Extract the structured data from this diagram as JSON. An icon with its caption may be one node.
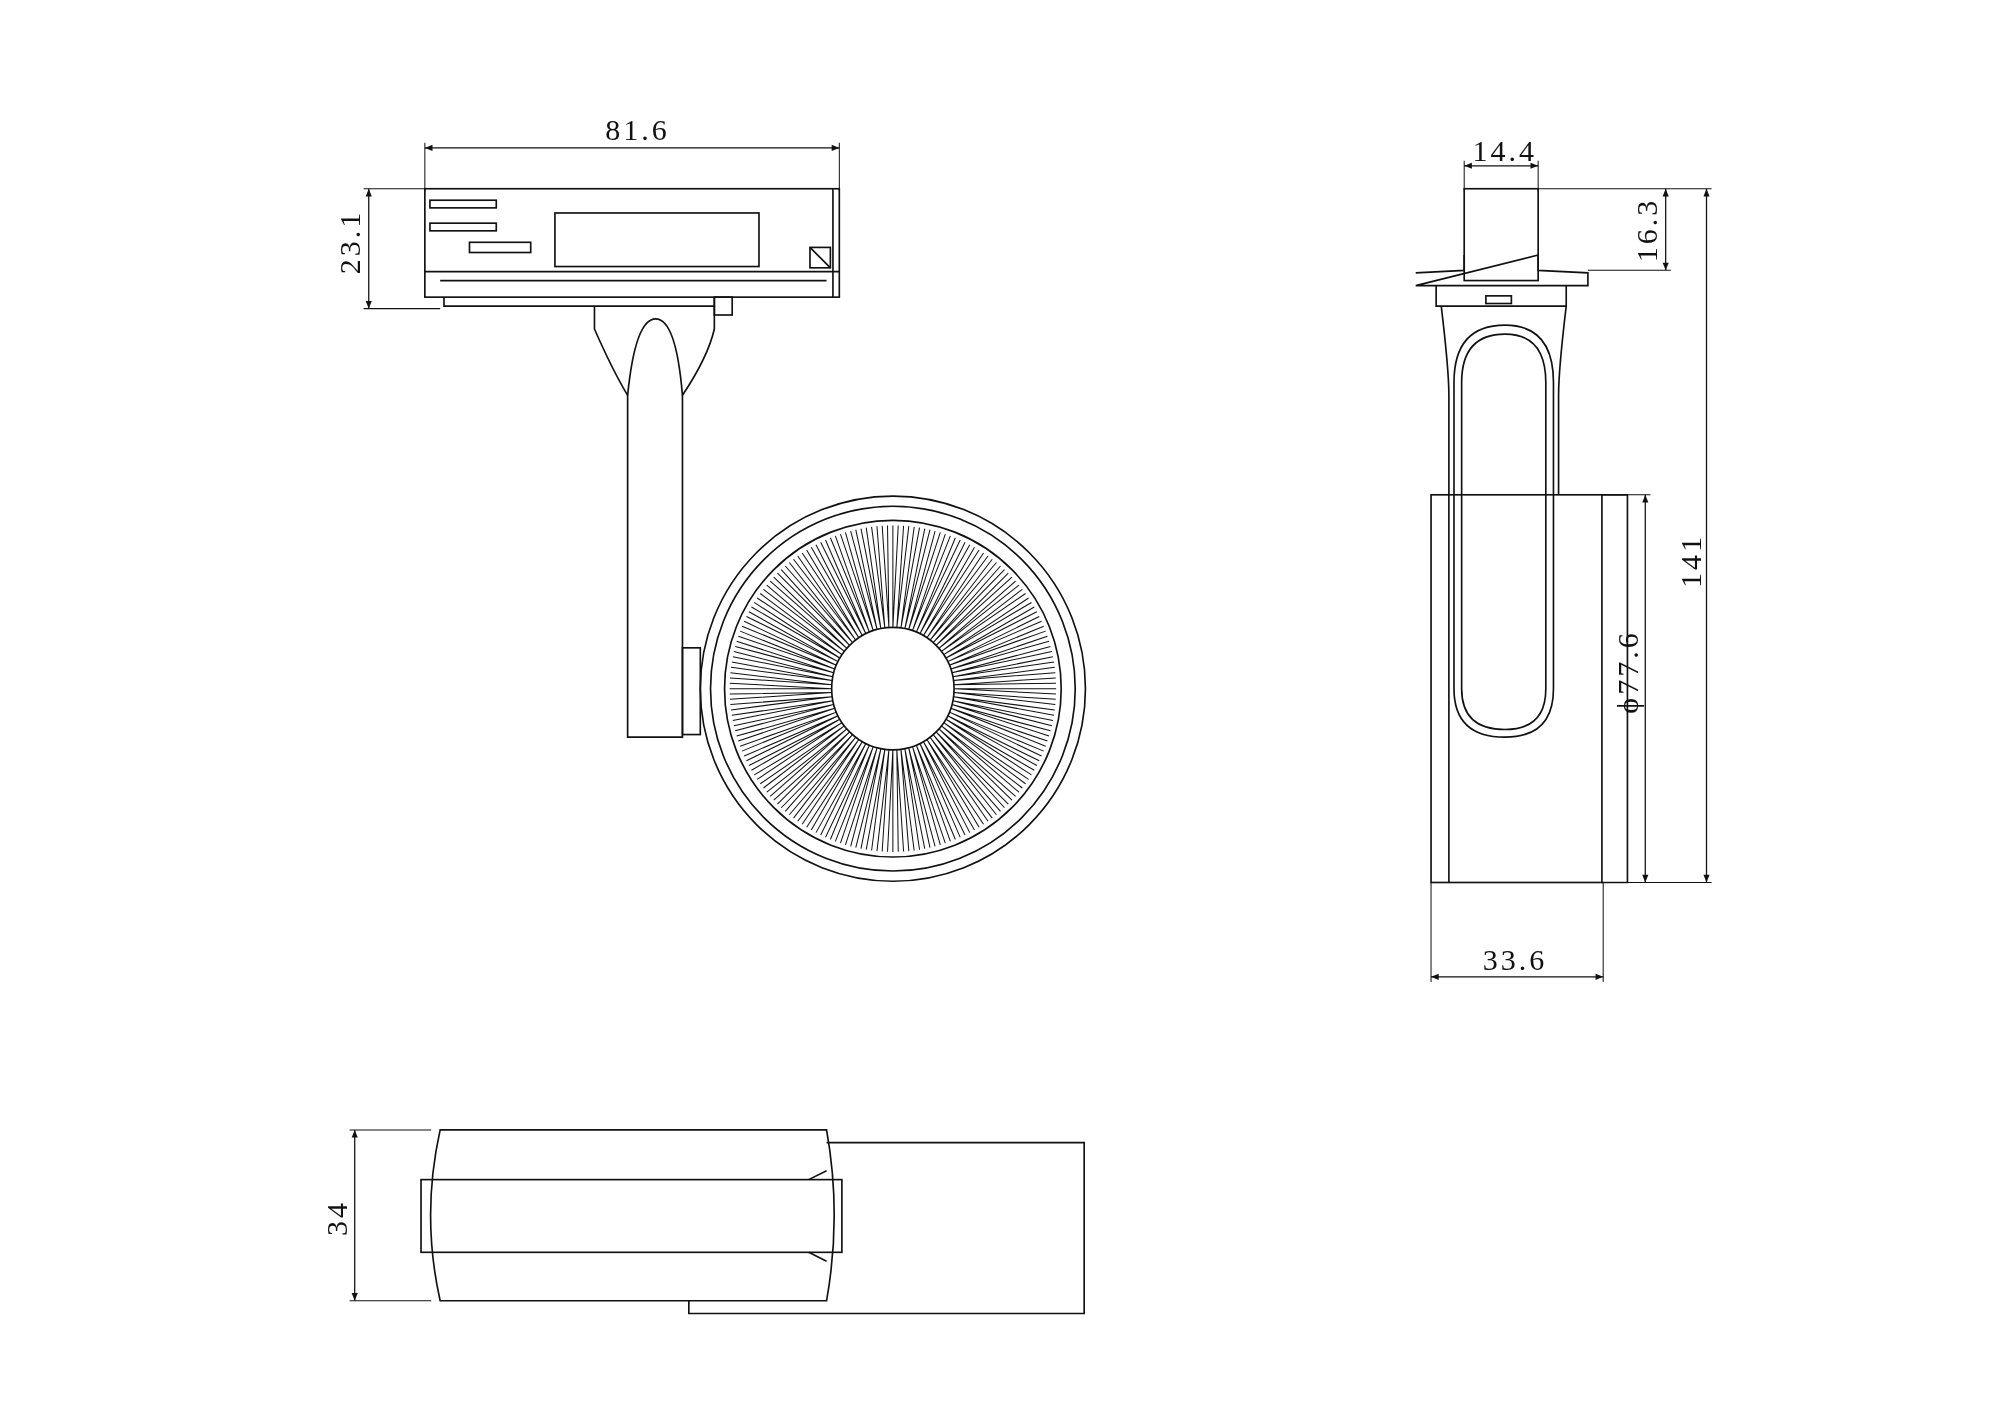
{
  "diagram": {
    "labels": [
      "81.6",
      "23.1",
      "14.4",
      "16.3",
      "141",
      "ϕ77.6",
      "33.6",
      "34"
    ]
  }
}
